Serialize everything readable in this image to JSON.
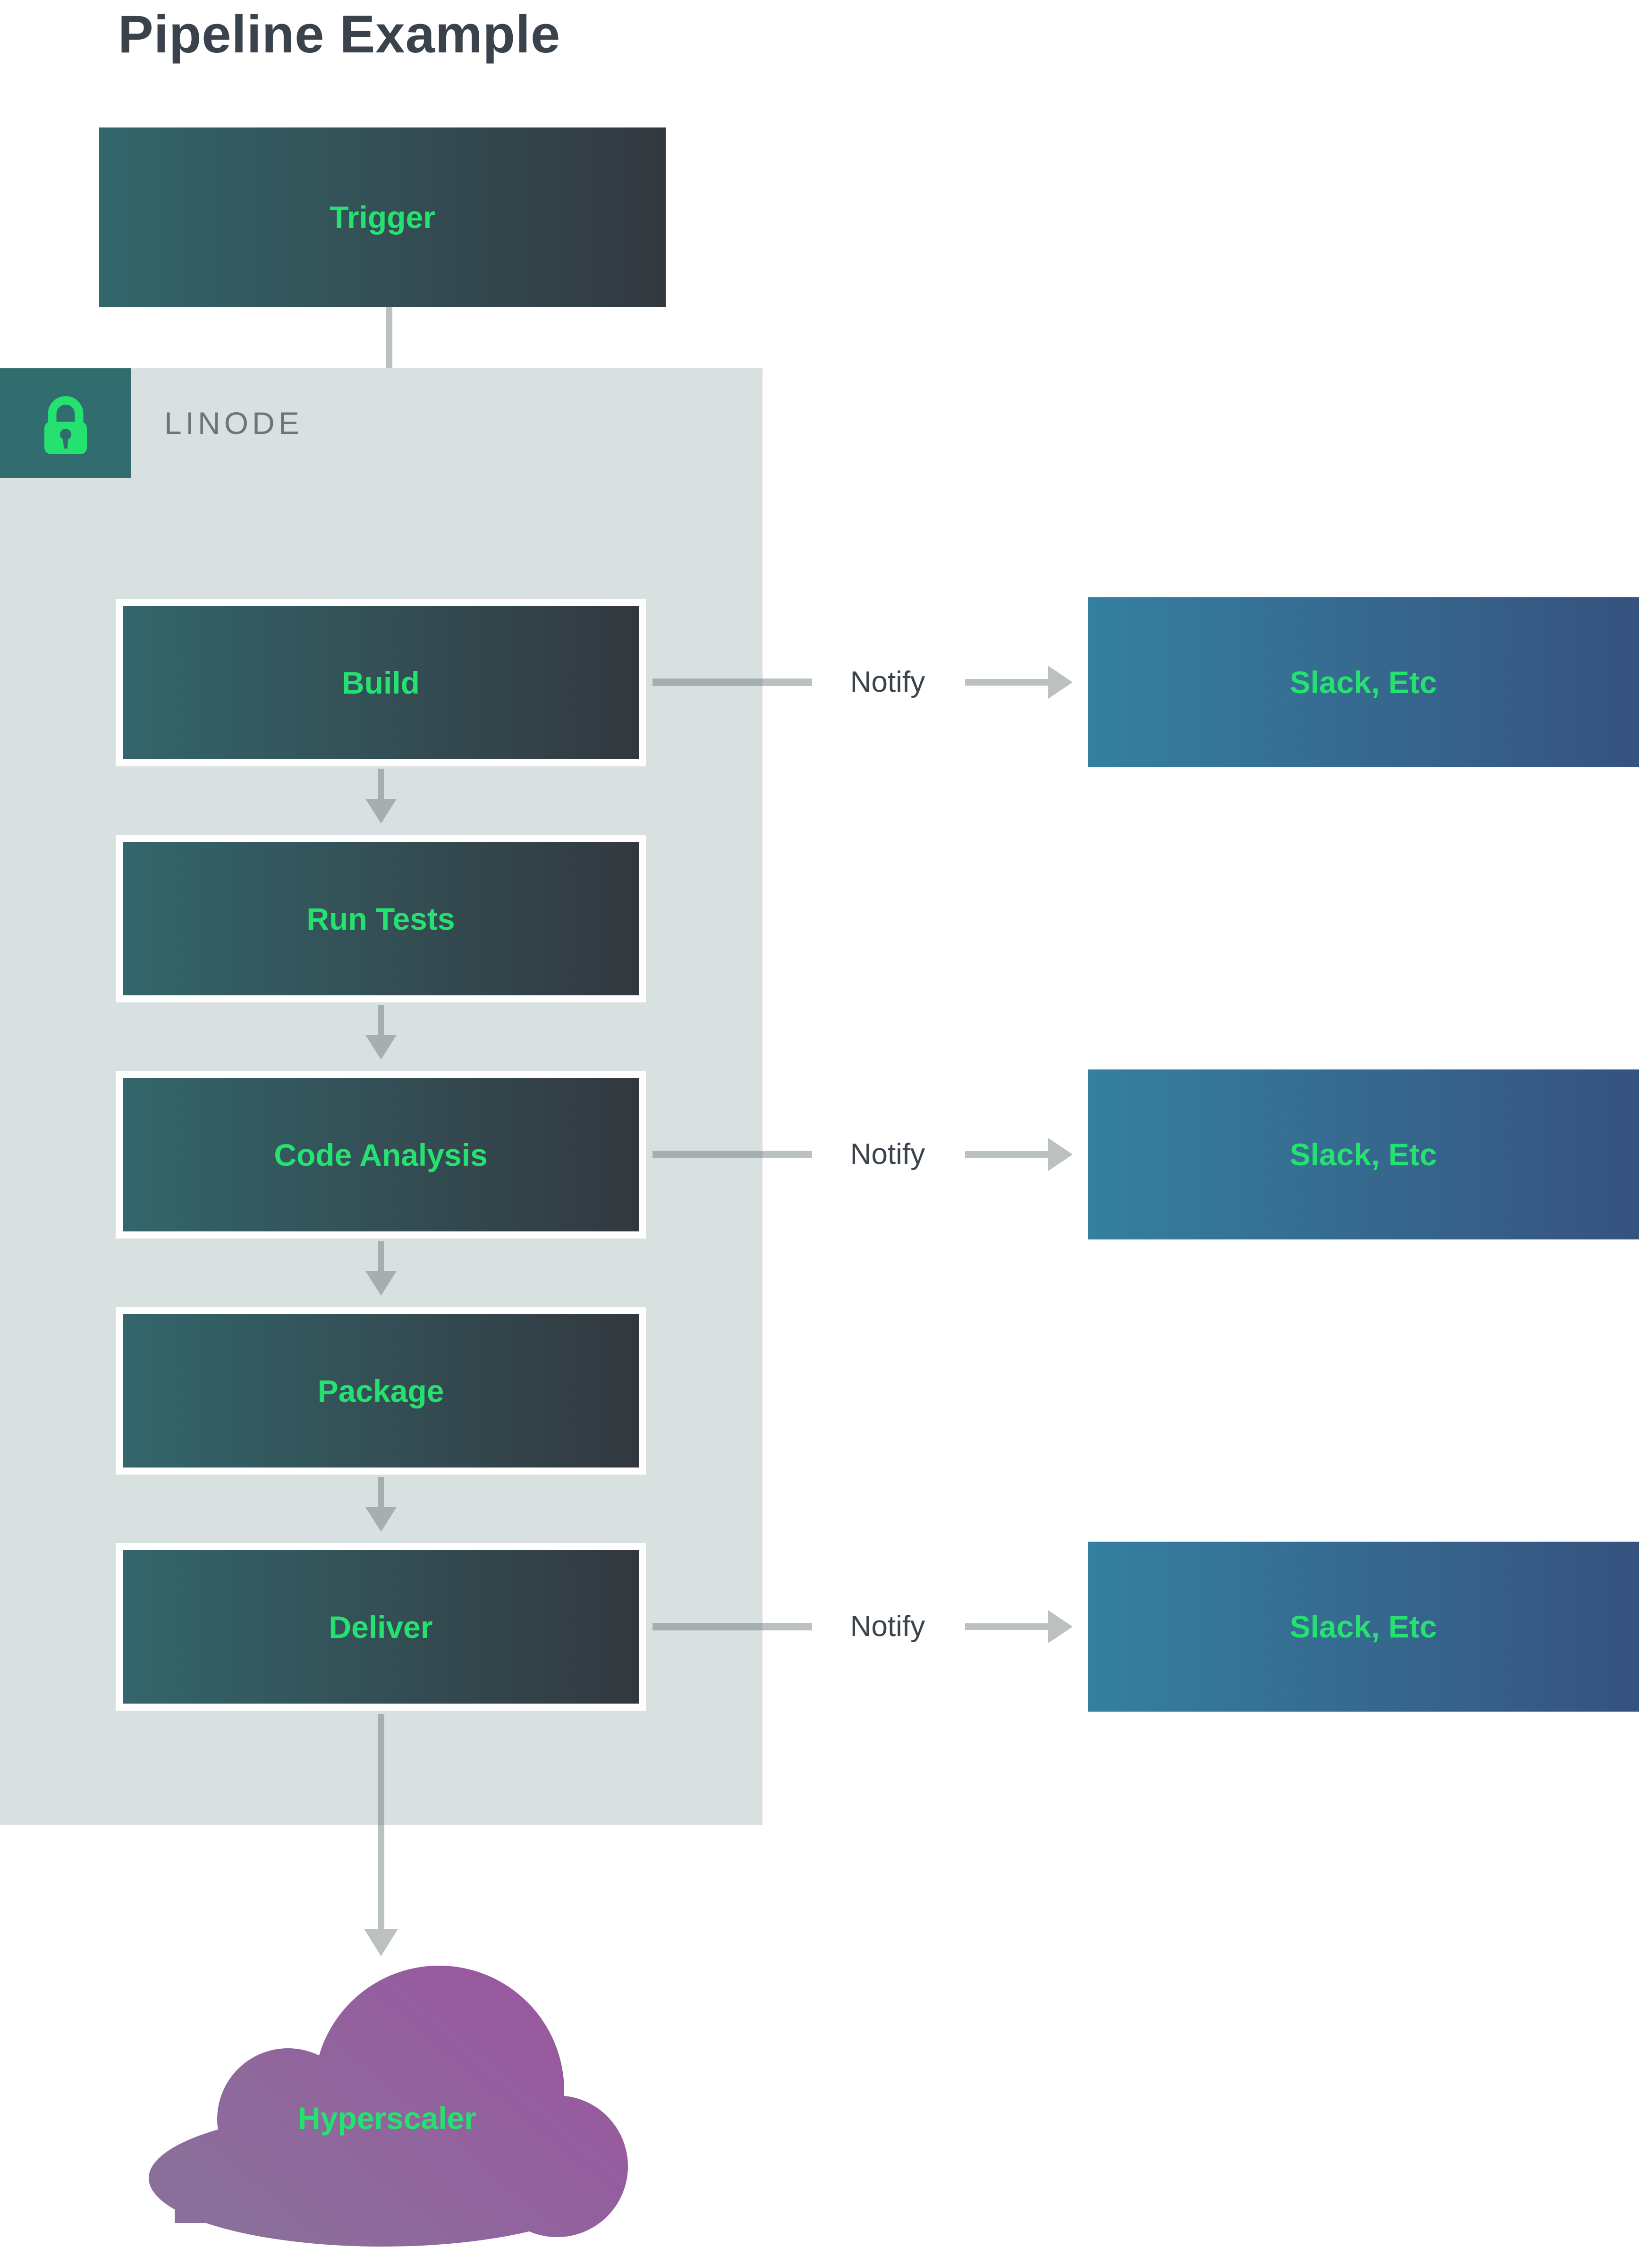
{
  "title": "Pipeline Example",
  "trigger": {
    "label": "Trigger"
  },
  "zone": {
    "label": "LINODE",
    "icon": "lock-icon"
  },
  "stages": [
    {
      "label": "Build",
      "notify": true
    },
    {
      "label": "Run Tests",
      "notify": false
    },
    {
      "label": "Code Analysis",
      "notify": true
    },
    {
      "label": "Package",
      "notify": false
    },
    {
      "label": "Deliver",
      "notify": true
    }
  ],
  "notify_label": "Notify",
  "notify_target_label": "Slack, Etc",
  "cloud": {
    "label": "Hyperscaler"
  },
  "colors": {
    "title_text": "#3a424c",
    "accent_green": "#25e170",
    "stage_gradient_left": "#33666b",
    "stage_gradient_right": "#33383f",
    "zone_background": "#d9e1e0",
    "lock_square": "#316d6e",
    "zone_label_text": "#6b757a",
    "notify_text": "#3b434d",
    "target_gradient_left": "#35809f",
    "target_gradient_right": "#36527f",
    "cloud_gradient_top": "#98589f",
    "cloud_gradient_bottom": "#8b6f9b",
    "arrow_gray": "#b3baba"
  }
}
